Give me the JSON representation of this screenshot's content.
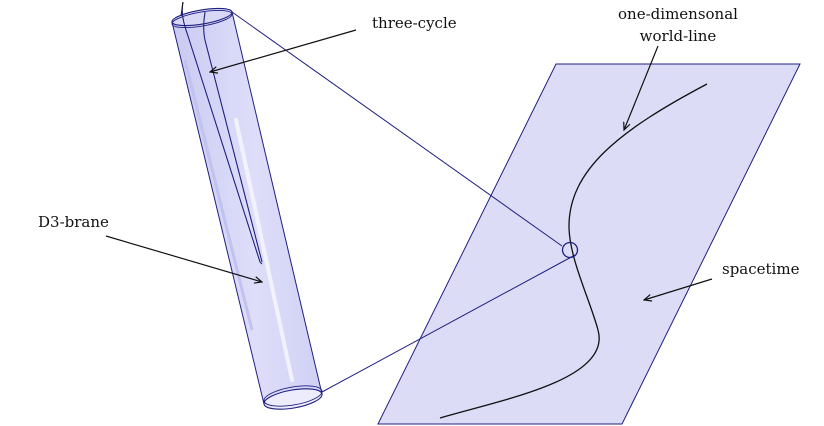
{
  "labels": {
    "three_cycle": "three-cycle",
    "world_line_1": "one-dimensonal",
    "world_line_2": "world-line",
    "d3_brane": "D3-brane",
    "spacetime": "spacetime"
  },
  "colors": {
    "outline": "#1f1f80",
    "plane_fill": "#dcdcf7",
    "cylinder_fill": "#d4d4f5",
    "highlight": "#eeeeff",
    "ink": "#111111"
  }
}
